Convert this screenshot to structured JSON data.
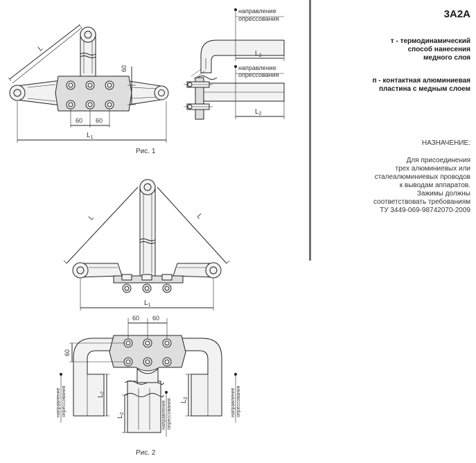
{
  "fig1": {
    "caption": "Рис. 1",
    "dims": {
      "L": "L",
      "L1": "L",
      "L1_sub": "1",
      "L2": "L",
      "L2_sub": "2",
      "d60": "60"
    },
    "crimp_label_top": [
      "направление",
      "опрессования"
    ],
    "crimp_label_mid": [
      "направление",
      "опрессования"
    ]
  },
  "fig2": {
    "caption": "Рис. 2",
    "dims": {
      "L": "L",
      "L1": "L",
      "L1_sub": "1",
      "L2": "L",
      "L2_sub": "2",
      "d60": "60"
    },
    "crimp_label": [
      "направление",
      "опрессования"
    ]
  },
  "panel": {
    "code": "3А2А",
    "legend_t": [
      "т - термодинамический",
      "способ нанесения",
      "медного слоя"
    ],
    "legend_p": [
      "п - контактная алюминиевая",
      "пластина с медным слоем"
    ],
    "purpose_title": "НАЗНАЧЕНИЕ:",
    "purpose_lines": [
      "Для присоединения",
      "трех алюминиевых или",
      "сталеалюминиевых проводов",
      "к выводам аппаратов.",
      "Зажимы должны",
      "соответствовать требованиям",
      "ТУ 3449-069-98742070-2009"
    ]
  }
}
